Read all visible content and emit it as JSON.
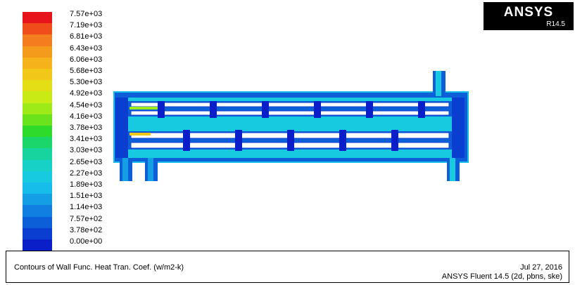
{
  "colorbar": {
    "labels": [
      "7.57e+03",
      "7.19e+03",
      "6.81e+03",
      "6.43e+03",
      "6.06e+03",
      "5.68e+03",
      "5.30e+03",
      "4.92e+03",
      "4.54e+03",
      "4.16e+03",
      "3.78e+03",
      "3.41e+03",
      "3.03e+03",
      "2.65e+03",
      "2.27e+03",
      "1.89e+03",
      "1.51e+03",
      "1.14e+03",
      "7.57e+02",
      "3.78e+02",
      "0.00e+00"
    ],
    "colors": [
      "#e8141b",
      "#ef4e1c",
      "#f47d1f",
      "#f59b1c",
      "#f5b21a",
      "#f2c818",
      "#e3de16",
      "#c9ea14",
      "#9eea18",
      "#6ae21c",
      "#2fdb2a",
      "#1bd669",
      "#17d39d",
      "#17d0c6",
      "#17cae0",
      "#16bdea",
      "#149fe5",
      "#117fe0",
      "#0d5fd8",
      "#0a3ed1",
      "#0a1fc8"
    ]
  },
  "logo": {
    "brand": "ANSYS",
    "release": "R14.5"
  },
  "footer": {
    "title": "Contours of Wall Func. Heat Tran. Coef. (w/m2-k)",
    "date": "Jul 27, 2016",
    "version": "ANSYS Fluent 14.5 (2d, pbns, ske)"
  }
}
